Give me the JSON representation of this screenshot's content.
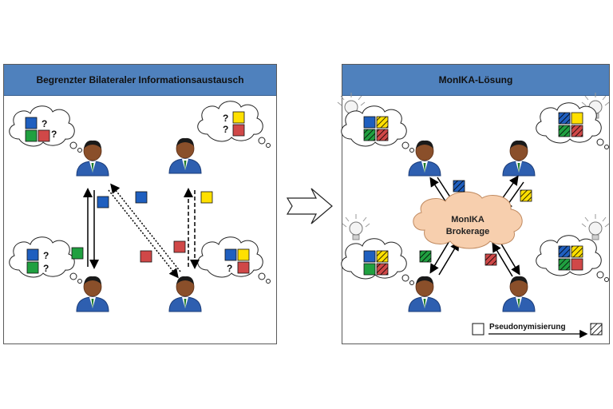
{
  "left_panel": {
    "title": "Begrenzter Bilateraler Informationsaustausch"
  },
  "right_panel": {
    "title": "MonIKA-Lösung",
    "broker": {
      "line1": "MonIKA",
      "line2": "Brokerage"
    },
    "legend": {
      "label": "Pseudonymisierung"
    }
  },
  "colors": {
    "header": "#4f81bd",
    "blue": "#1f5fbf",
    "yellow": "#ffe000",
    "green": "#20a040",
    "red": "#d04848",
    "cloud": "#f7cfae"
  },
  "symbols": {
    "question": "?"
  }
}
